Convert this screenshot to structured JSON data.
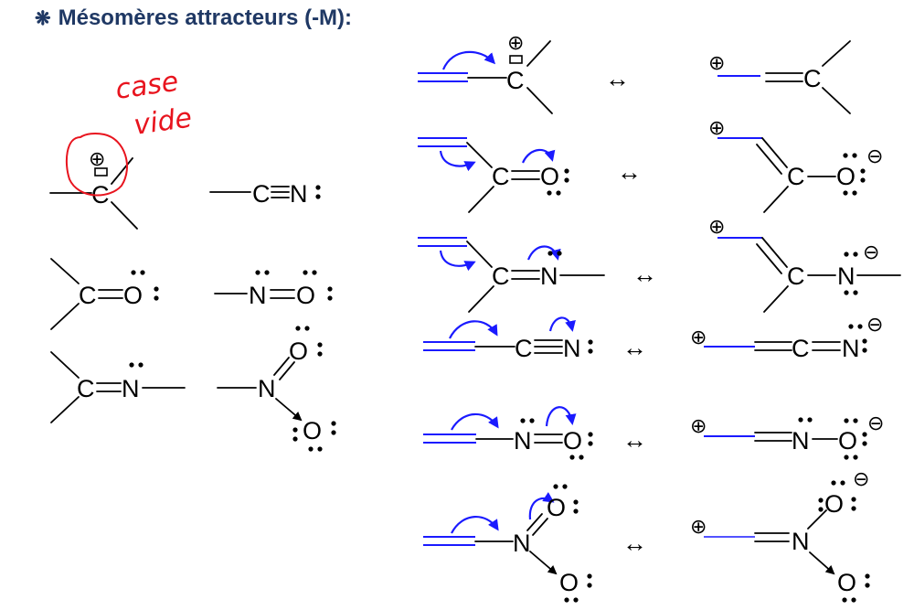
{
  "header": {
    "bullet_icon": "snowflake-bullet-icon",
    "title": "Mésomères attracteurs (-M):"
  },
  "handwritten_note": {
    "line1": "case",
    "line2": "vide",
    "color": "#e8141e"
  },
  "colors": {
    "title": "#1f3864",
    "arrows": "#1a1aff",
    "annotation": "#e8141e",
    "bonds": "#000000"
  },
  "atoms": {
    "carbon": "C",
    "oxygen": "O",
    "nitrogen": "N"
  },
  "charges": {
    "plus": "⊕",
    "minus": "⊖"
  },
  "left_groups": [
    "carbocation",
    "nitrile",
    "carbonyl",
    "nitroso",
    "imine",
    "nitro"
  ],
  "resonance_rows": [
    {
      "name": "allyl-cation",
      "resonance_symbol": "↔"
    },
    {
      "name": "enone",
      "resonance_symbol": "↔"
    },
    {
      "name": "enimine",
      "resonance_symbol": "↔"
    },
    {
      "name": "nitrile",
      "resonance_symbol": "↔"
    },
    {
      "name": "nitroso",
      "resonance_symbol": "↔"
    },
    {
      "name": "nitro",
      "resonance_symbol": "↔"
    }
  ]
}
